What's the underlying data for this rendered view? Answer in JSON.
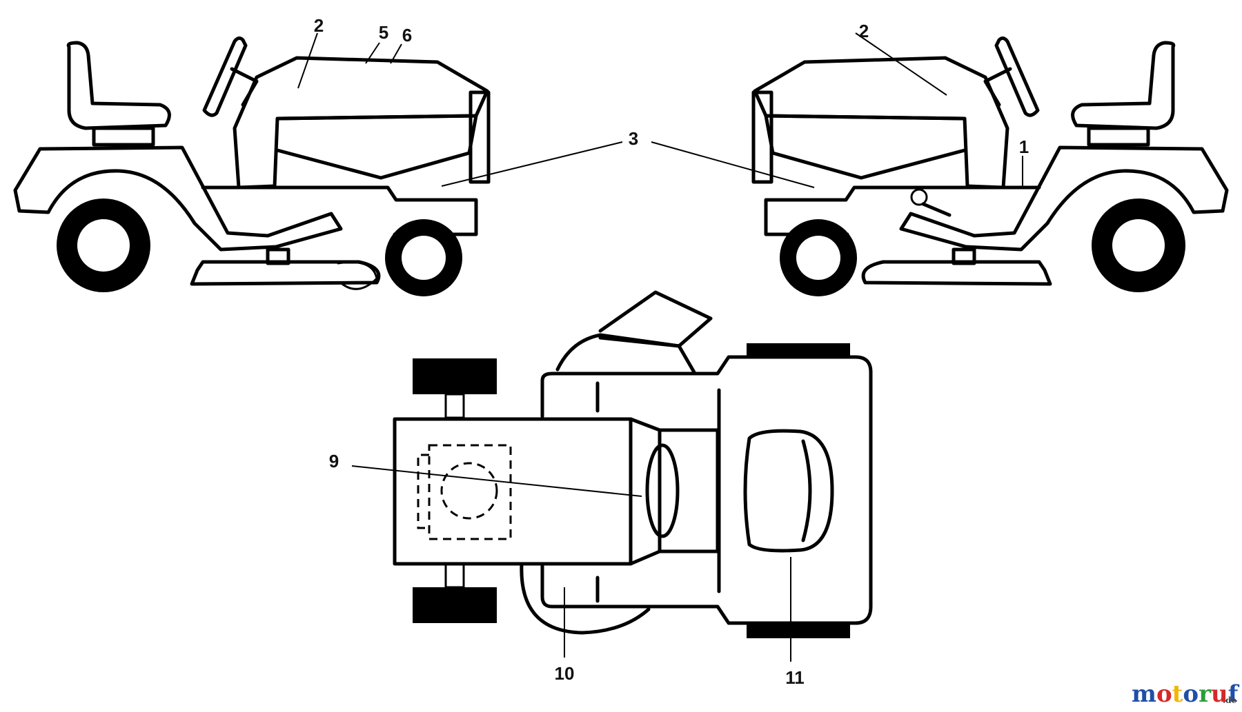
{
  "callouts": {
    "left_view": [
      {
        "id": "c-2-left",
        "text": "2"
      },
      {
        "id": "c-5",
        "text": "5"
      },
      {
        "id": "c-6",
        "text": "6"
      }
    ],
    "right_view": [
      {
        "id": "c-2-right",
        "text": "2"
      },
      {
        "id": "c-1",
        "text": "1"
      }
    ],
    "shared": {
      "id": "c-3",
      "text": "3"
    },
    "top_view": [
      {
        "id": "c-9",
        "text": "9"
      },
      {
        "id": "c-10",
        "text": "10"
      },
      {
        "id": "c-11",
        "text": "11"
      }
    ]
  },
  "watermark": {
    "letters": [
      "m",
      "o",
      "t",
      "o",
      "r",
      "u",
      "f"
    ],
    "colors": [
      "#1f4fa8",
      "#d62828",
      "#f2b705",
      "#1f4fa8",
      "#2a9d3a",
      "#d62828",
      "#1f4fa8"
    ],
    "suffix": ".de"
  }
}
